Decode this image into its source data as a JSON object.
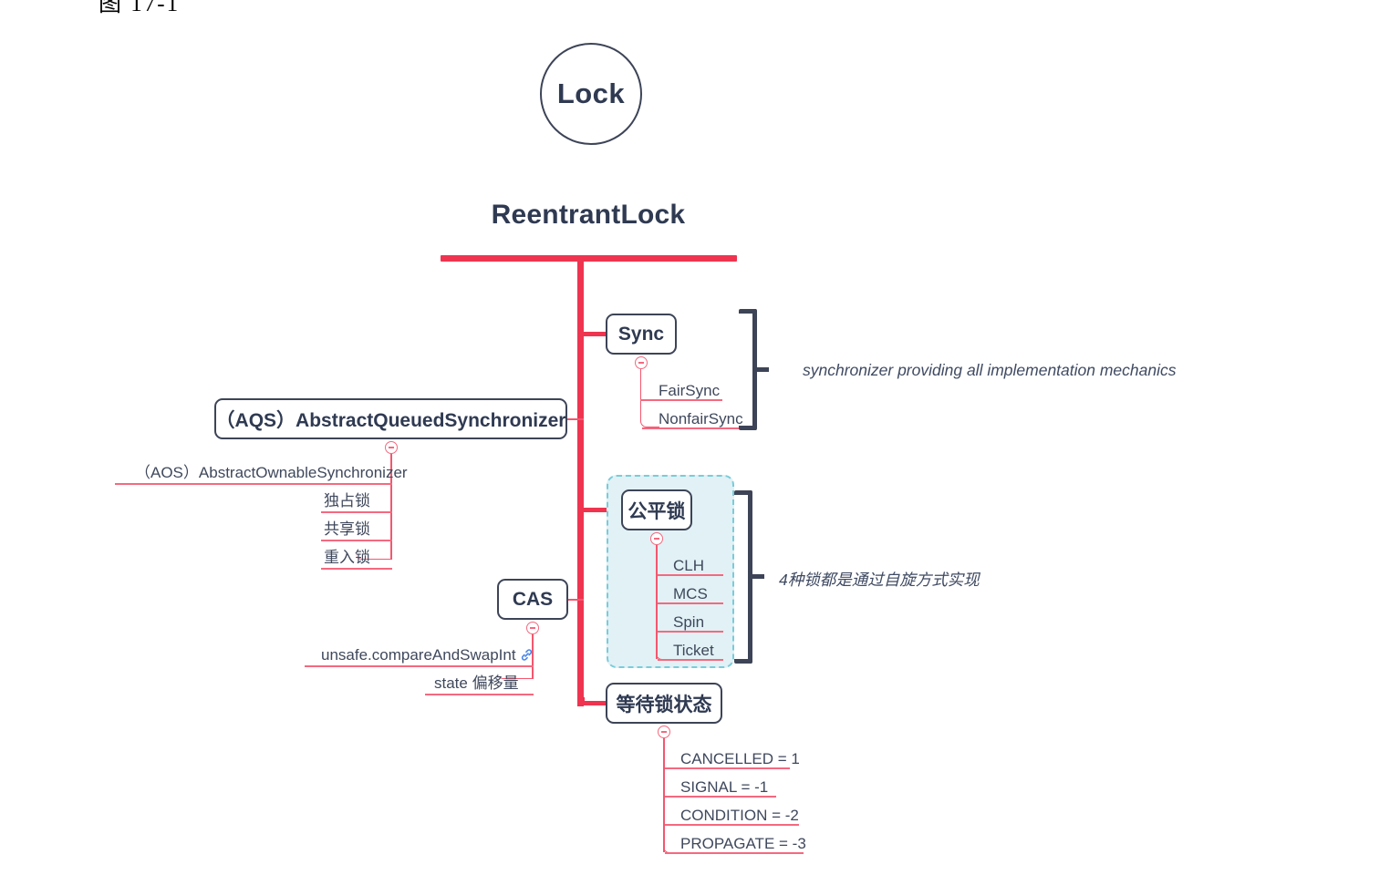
{
  "figure": {
    "caption": "图 17-1"
  },
  "root": {
    "label": "Lock",
    "shape": "circle"
  },
  "title": {
    "label": "ReentrantLock"
  },
  "colors": {
    "spine_red": "#ef3450",
    "branch_pink": "#f4566e",
    "underline_pink": "#f4697f",
    "node_border": "#3d4457",
    "node_text": "#2f3a52",
    "region_fill": "#e1f1f5",
    "region_border": "#79ccda",
    "bracket": "#3d4457",
    "link_icon": "#4a86e8"
  },
  "branches": [
    {
      "id": "sync",
      "label": "Sync",
      "side": "right",
      "collapsed": false,
      "toggle_icon": "minus-circle-icon",
      "children": [
        {
          "label": "FairSync"
        },
        {
          "label": "NonfairSync"
        }
      ],
      "bracket": true,
      "annotation": "synchronizer providing all implementation mechanics"
    },
    {
      "id": "aqs",
      "label": "（AQS）AbstractQueuedSynchronizer",
      "side": "left",
      "collapsed": false,
      "toggle_icon": "minus-circle-icon",
      "children": [
        {
          "label": "（AOS）AbstractOwnableSynchronizer"
        },
        {
          "label": "独占锁"
        },
        {
          "label": "共享锁"
        },
        {
          "label": "重入锁"
        }
      ],
      "bracket": false,
      "annotation": ""
    },
    {
      "id": "fairlock",
      "label": "公平锁",
      "side": "right",
      "collapsed": false,
      "toggle_icon": "minus-circle-icon",
      "highlighted": true,
      "children": [
        {
          "label": "CLH"
        },
        {
          "label": "MCS"
        },
        {
          "label": "Spin"
        },
        {
          "label": "Ticket"
        }
      ],
      "bracket": true,
      "annotation": "4种锁都是通过自旋方式实现"
    },
    {
      "id": "cas",
      "label": "CAS",
      "side": "left",
      "collapsed": false,
      "toggle_icon": "minus-circle-icon",
      "children": [
        {
          "label": "unsafe.compareAndSwapInt",
          "icon": "link-icon"
        },
        {
          "label": "state 偏移量"
        }
      ],
      "bracket": false,
      "annotation": ""
    },
    {
      "id": "waitstate",
      "label": "等待锁状态",
      "side": "right",
      "collapsed": false,
      "toggle_icon": "minus-circle-icon",
      "children": [
        {
          "label": "CANCELLED = 1"
        },
        {
          "label": "SIGNAL = -1"
        },
        {
          "label": "CONDITION = -2"
        },
        {
          "label": "PROPAGATE = -3"
        }
      ],
      "bracket": false,
      "annotation": ""
    }
  ]
}
